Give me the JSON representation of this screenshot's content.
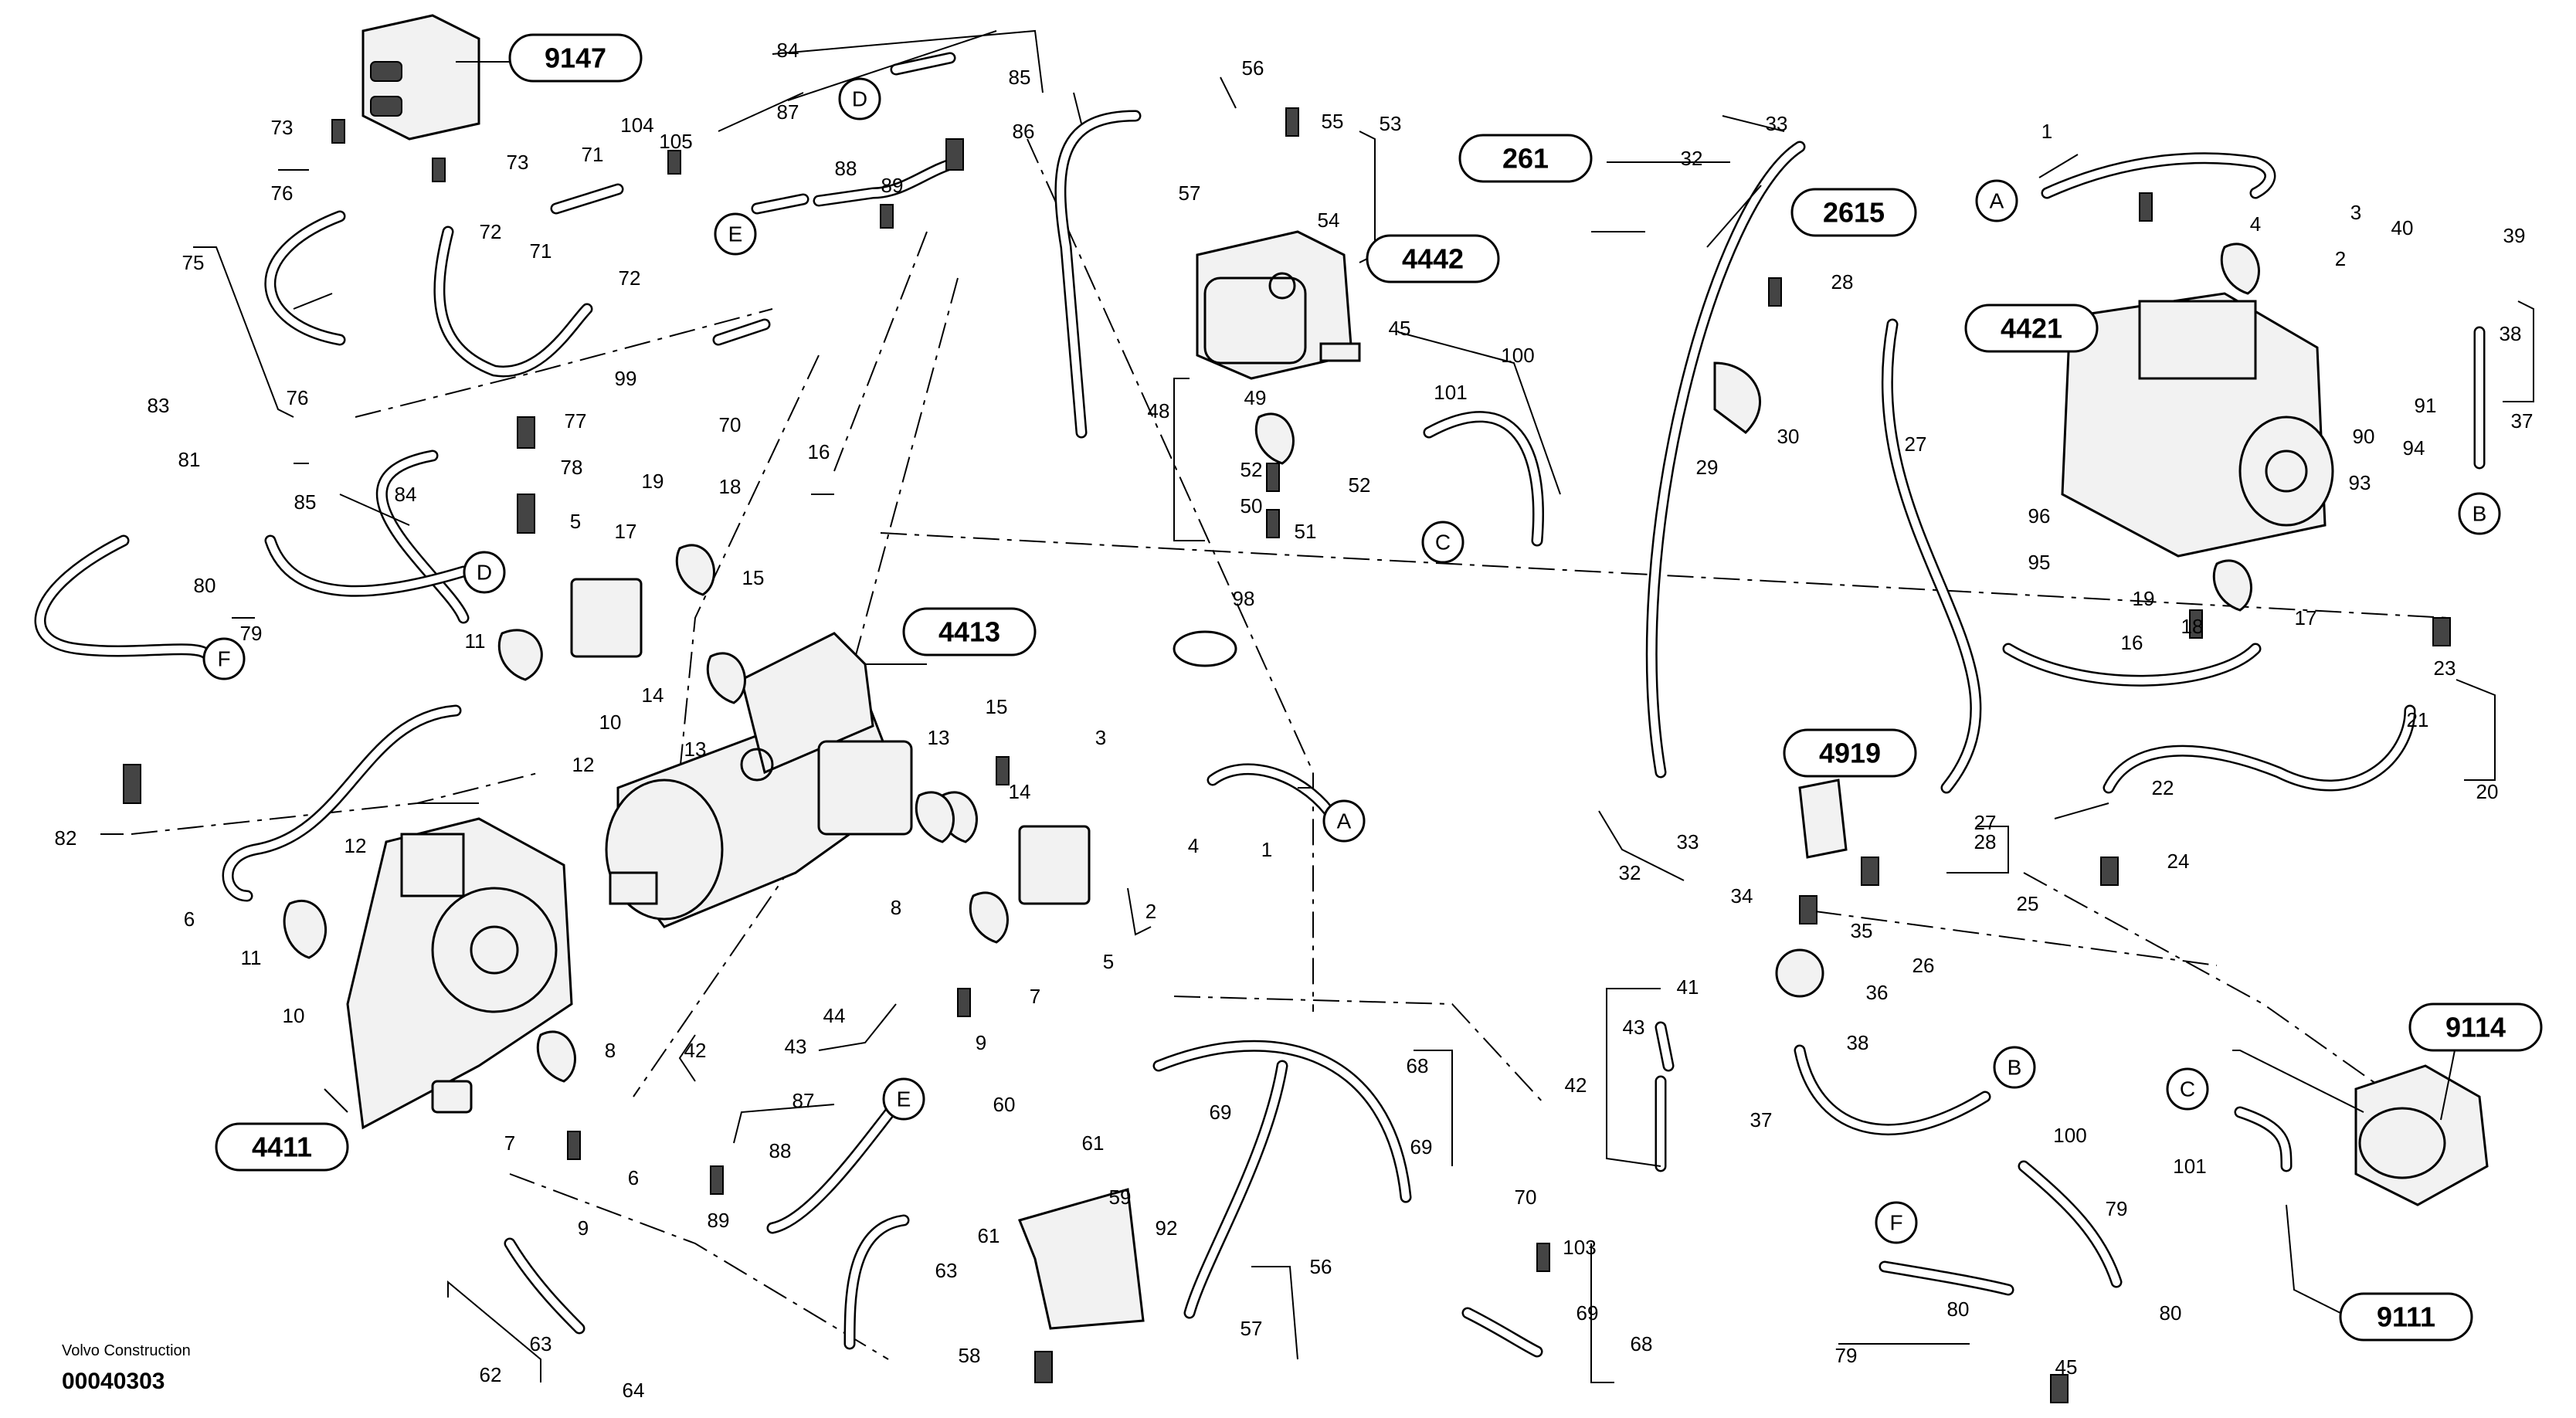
{
  "footer": {
    "company": "Volvo Construction",
    "drawing_id": "00040303"
  },
  "reference_boxes": [
    "9147",
    "4442",
    "261",
    "2615",
    "4421",
    "4413",
    "4919",
    "4411",
    "9114",
    "9111"
  ],
  "connectors": [
    "A",
    "B",
    "C",
    "D",
    "E",
    "F"
  ],
  "item_numbers": [
    "1",
    "2",
    "3",
    "4",
    "5",
    "6",
    "7",
    "8",
    "9",
    "10",
    "11",
    "12",
    "13",
    "14",
    "15",
    "16",
    "17",
    "18",
    "19",
    "20",
    "21",
    "22",
    "23",
    "24",
    "25",
    "26",
    "27",
    "28",
    "29",
    "30",
    "32",
    "33",
    "34",
    "35",
    "36",
    "37",
    "38",
    "39",
    "40",
    "41",
    "42",
    "43",
    "44",
    "45",
    "48",
    "49",
    "50",
    "51",
    "52",
    "53",
    "54",
    "55",
    "56",
    "57",
    "58",
    "59",
    "60",
    "61",
    "62",
    "63",
    "64",
    "68",
    "69",
    "70",
    "71",
    "72",
    "73",
    "75",
    "76",
    "77",
    "78",
    "79",
    "80",
    "81",
    "82",
    "83",
    "84",
    "85",
    "86",
    "87",
    "88",
    "89",
    "90",
    "91",
    "92",
    "93",
    "94",
    "95",
    "96",
    "98",
    "99",
    "100",
    "101",
    "103",
    "104",
    "105"
  ]
}
